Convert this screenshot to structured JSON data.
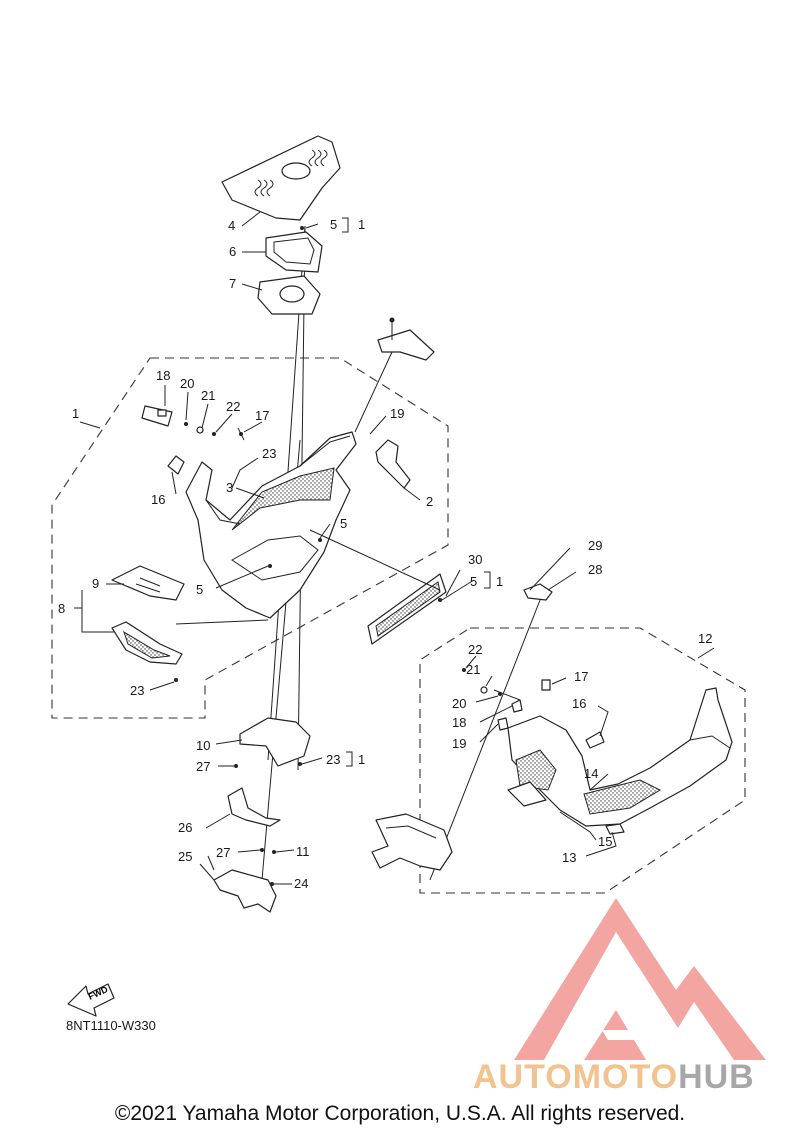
{
  "diagram_code": "8NT1110-W330",
  "fwd_label": "FWD",
  "copyright": "©2021 Yamaha Motor Corporation, U.S.A. All rights reserved.",
  "watermark": {
    "part1": "AUTOMOTO",
    "part2": "HUB",
    "color_red": "#ef8f8a",
    "color_orange": "#f2c28f",
    "color_gray": "#a7a7a7"
  },
  "callouts": {
    "c4": "4",
    "c5a": "5",
    "c1a": "1",
    "c6": "6",
    "c7": "7",
    "c18a": "18",
    "c20a": "20",
    "c21a": "21",
    "c22a": "22",
    "c17a": "17",
    "c1b": "1",
    "c19a": "19",
    "c23a": "23",
    "c3": "3",
    "c16a": "16",
    "c2": "2",
    "c5b": "5",
    "c5c": "5",
    "c9": "9",
    "c8": "8",
    "c23b": "23",
    "c30": "30",
    "c5d": "5",
    "c1c": "1",
    "c29": "29",
    "c28": "28",
    "c12": "12",
    "c22b": "22",
    "c21b": "21",
    "c17b": "17",
    "c20b": "20",
    "c16b": "16",
    "c18b": "18",
    "c19b": "19",
    "c14": "14",
    "c15": "15",
    "c13": "13",
    "c10": "10",
    "c27a": "27",
    "c23c": "23",
    "c1d": "1",
    "c26": "26",
    "c27b": "27",
    "c11": "11",
    "c25": "25",
    "c24": "24"
  }
}
